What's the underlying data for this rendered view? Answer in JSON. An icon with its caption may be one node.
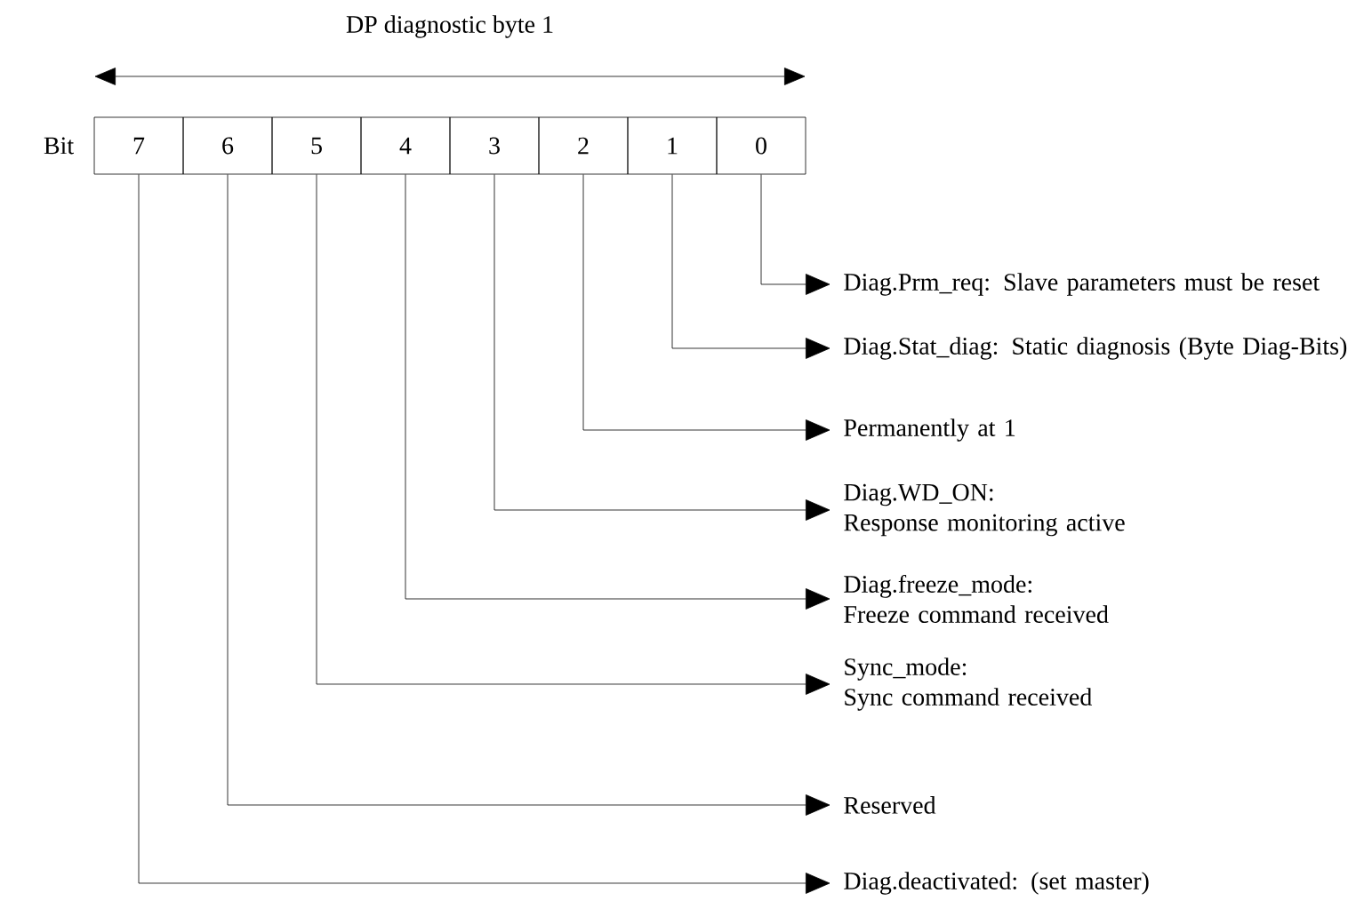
{
  "diagram": {
    "title": "DP diagnostic byte 1",
    "nodes": [
      {
        "text": [
          "7"
        ]
      },
      {
        "text": [
          "6"
        ]
      },
      {
        "text": [
          "5"
        ]
      },
      {
        "text": [
          "4"
        ]
      },
      {
        "text": [
          "3"
        ]
      },
      {
        "text": [
          "2"
        ]
      },
      {
        "text": [
          "1"
        ]
      },
      {
        "text": [
          "0"
        ]
      },
      {
        "text": [
          "Diag.Prm_req: Slave parameters must be reset"
        ]
      },
      {
        "text": [
          "Diag.Stat_diag: Static diagnosis (Byte Diag-Bits)"
        ]
      },
      {
        "text": [
          "Permanently at 1"
        ]
      },
      {
        "text": [
          "Diag.WD_ON:",
          "Response monitoring active"
        ]
      },
      {
        "text": [
          "Diag.freeze_mode:",
          "Freeze command received"
        ]
      },
      {
        "text": [
          "Sync_mode:",
          "Sync command received"
        ]
      },
      {
        "text": [
          "Reserved"
        ]
      },
      {
        "text": [
          "Diag.deactivated: (set master)"
        ]
      }
    ],
    "edges": [
      {
        "from": 7,
        "to": 8,
        "arrow": "to"
      },
      {
        "from": 6,
        "to": 9,
        "arrow": "to"
      },
      {
        "from": 5,
        "to": 10,
        "arrow": "to"
      },
      {
        "from": 4,
        "to": 11,
        "arrow": "to"
      },
      {
        "from": 3,
        "to": 12,
        "arrow": "to"
      },
      {
        "from": 2,
        "to": 13,
        "arrow": "to"
      },
      {
        "from": 1,
        "to": 14,
        "arrow": "to"
      },
      {
        "from": 0,
        "to": 15,
        "arrow": "to"
      }
    ],
    "labels": [
      "Bit"
    ]
  }
}
